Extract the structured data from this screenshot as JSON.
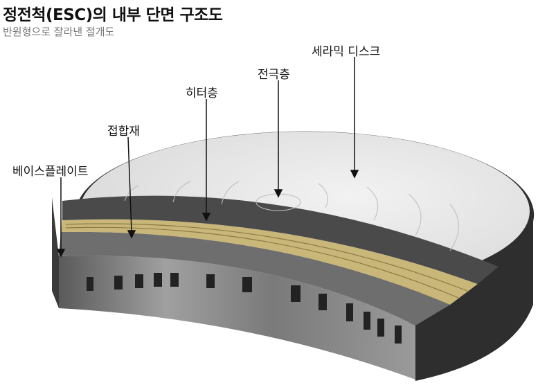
{
  "header": {
    "title": "정전척(ESC)의 내부 단면 구조도",
    "subtitle": "반원형으로 잘라낸 절개도"
  },
  "labels": {
    "ceramic_disk": "세라믹 디스크",
    "electrode_layer": "전극층",
    "heater_layer": "히터층",
    "bonding_material": "접합재",
    "base_plate": "베이스플레이트"
  },
  "colors": {
    "disk_top": "#e6e6e6",
    "ceramic_band": "#4a4a4a",
    "heater": "#c9b679",
    "base_metal": "#8a8a8a"
  }
}
